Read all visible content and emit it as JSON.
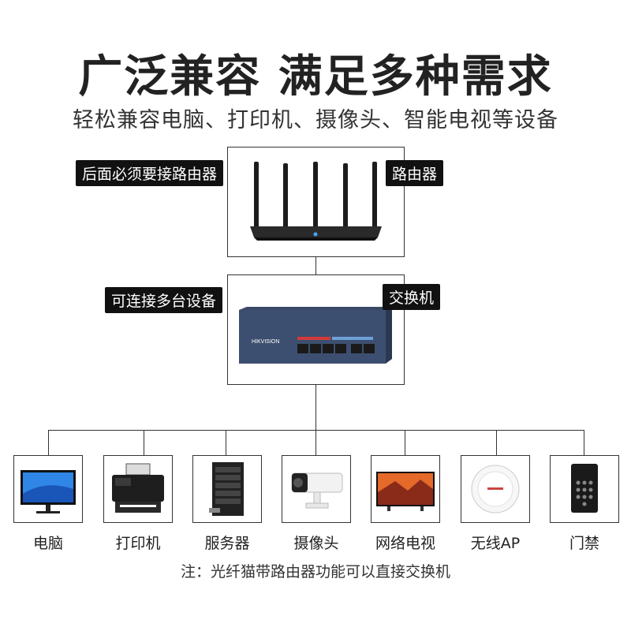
{
  "header": {
    "title": "广泛兼容 满足多种需求",
    "subtitle": "轻松兼容电脑、打印机、摄像头、智能电视等设备"
  },
  "router": {
    "tag_left": "后面必须要接路由器",
    "tag_right": "路由器"
  },
  "switch": {
    "tag_left": "可连接多台设备",
    "tag_right": "交换机",
    "brand": "HIKVISION"
  },
  "devices": [
    {
      "label": "电脑",
      "icon": "monitor-icon"
    },
    {
      "label": "打印机",
      "icon": "printer-icon"
    },
    {
      "label": "服务器",
      "icon": "server-icon"
    },
    {
      "label": "摄像头",
      "icon": "camera-icon"
    },
    {
      "label": "网络电视",
      "icon": "tv-icon"
    },
    {
      "label": "无线AP",
      "icon": "wireless-ap-icon"
    },
    {
      "label": "门禁",
      "icon": "access-control-icon"
    }
  ],
  "note": "注：光纤猫带路由器功能可以直接交换机"
}
